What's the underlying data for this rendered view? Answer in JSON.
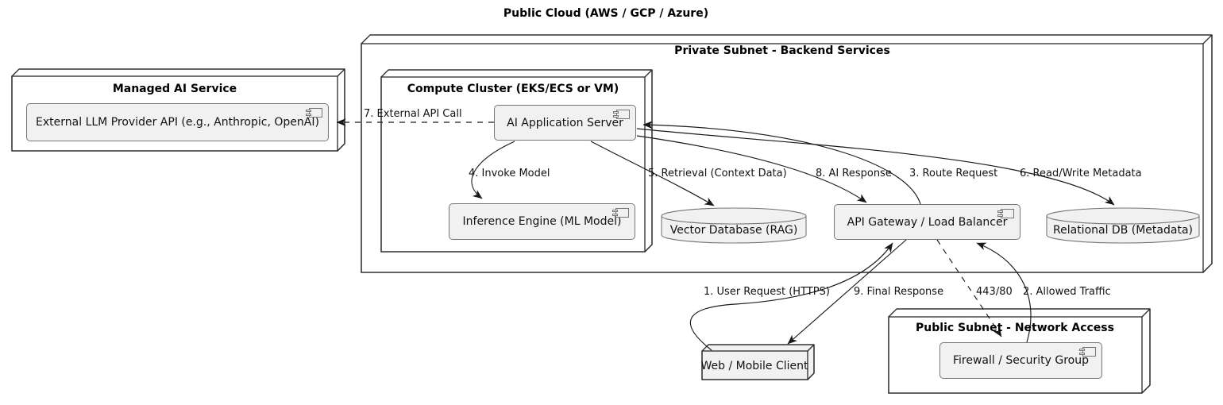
{
  "diagram": {
    "title": "Public Cloud (AWS / GCP / Azure)",
    "groups": {
      "managed_ai": {
        "label": "Managed AI Service"
      },
      "private_subnet": {
        "label": "Private Subnet - Backend Services"
      },
      "compute_cluster": {
        "label": "Compute Cluster (EKS/ECS or VM)"
      },
      "public_subnet": {
        "label": "Public Subnet - Network Access"
      }
    },
    "components": {
      "llm_api": {
        "label": "External LLM Provider API (e.g., Anthropic, OpenAI)",
        "type": "component"
      },
      "app_server": {
        "label": "AI Application Server",
        "type": "component"
      },
      "inference": {
        "label": "Inference Engine (ML Model)",
        "type": "component"
      },
      "vector_db": {
        "label": "Vector Database (RAG)",
        "type": "database"
      },
      "gateway": {
        "label": "API Gateway / Load Balancer",
        "type": "component"
      },
      "relational_db": {
        "label": "Relational DB (Metadata)",
        "type": "database"
      },
      "web_client": {
        "label": "Web / Mobile Client",
        "type": "node"
      },
      "firewall": {
        "label": "Firewall / Security Group",
        "type": "component"
      }
    },
    "edges": [
      {
        "label": "1. User Request (HTTPS)",
        "from": "web_client",
        "to": "gateway",
        "style": "solid"
      },
      {
        "label": "2. Allowed Traffic",
        "from": "firewall",
        "to": "gateway",
        "style": "solid"
      },
      {
        "label": "3. Route Request",
        "from": "gateway",
        "to": "app_server",
        "style": "solid"
      },
      {
        "label": "4. Invoke Model",
        "from": "app_server",
        "to": "inference",
        "style": "solid"
      },
      {
        "label": "5. Retrieval (Context Data)",
        "from": "app_server",
        "to": "vector_db",
        "style": "solid"
      },
      {
        "label": "6. Read/Write Metadata",
        "from": "app_server",
        "to": "relational_db",
        "style": "solid"
      },
      {
        "label": "7. External API Call",
        "from": "app_server",
        "to": "llm_api",
        "style": "dashed"
      },
      {
        "label": "8. AI Response",
        "from": "app_server",
        "to": "gateway",
        "style": "solid"
      },
      {
        "label": "9. Final Response",
        "from": "gateway",
        "to": "web_client",
        "style": "solid"
      },
      {
        "label": "443/80",
        "from": "gateway",
        "to": "firewall",
        "style": "dashed"
      }
    ],
    "icons": {
      "component": "component-icon"
    },
    "colors": {
      "node_fill": "#ffffff",
      "node_border": "#2a2a2a",
      "component_fill": "#f1f1f1",
      "component_border": "#767676",
      "edge": "#181818",
      "text": "#111111"
    }
  }
}
